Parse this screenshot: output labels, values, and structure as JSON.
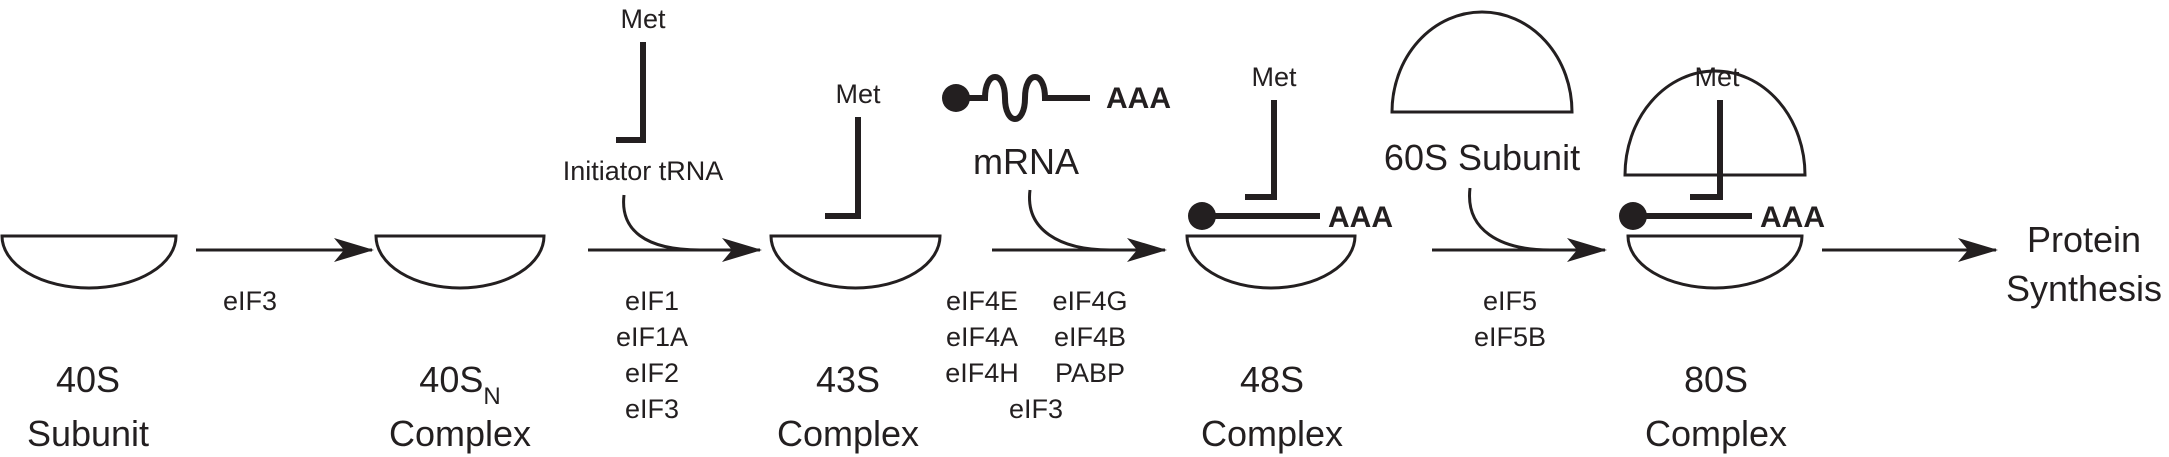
{
  "stages": [
    {
      "line1": "40S",
      "line2": "Subunit"
    },
    {
      "line1": "40S",
      "line1_sub": "N",
      "line2": "Complex"
    },
    {
      "line1": "43S",
      "line2": "Complex"
    },
    {
      "line1": "48S",
      "line2": "Complex"
    },
    {
      "line1": "80S",
      "line2": "Complex"
    }
  ],
  "factors": {
    "step1": [
      "eIF3"
    ],
    "step2": [
      "eIF1",
      "eIF1A",
      "eIF2",
      "eIF3"
    ],
    "step3_left": [
      "eIF4E",
      "eIF4A",
      "eIF4H"
    ],
    "step3_right": [
      "eIF4G",
      "eIF4B",
      "PABP"
    ],
    "step3_bottom": "eIF3",
    "step4": [
      "eIF5",
      "eIF5B"
    ]
  },
  "inputs": {
    "met": "Met",
    "initiator_trna": "Initiator tRNA",
    "mrna": "mRNA",
    "polya": "AAA",
    "subunit_60s": "60S Subunit"
  },
  "output": {
    "line1": "Protein",
    "line2": "Synthesis"
  }
}
